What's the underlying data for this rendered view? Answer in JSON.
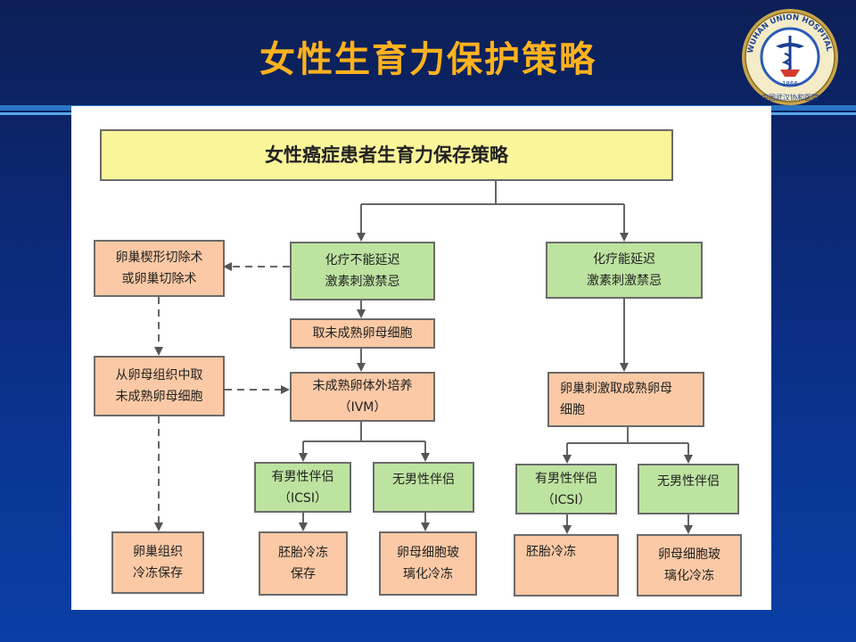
{
  "slide": {
    "title": "女性生育力保护策略",
    "logo": {
      "ring_text": "WUHAN UNION HOSPITAL OF CHINA",
      "bottom_text": "中国武汉协和医院",
      "year": "1866",
      "icon": "caduceus-icon"
    }
  },
  "colors": {
    "title": "#ffb21e",
    "header_box": "#fbf59a",
    "green_box": "#bde3a0",
    "orange_box": "#fbc9a5"
  },
  "diagram": {
    "title_box": "女性癌症患者生育力保存策略",
    "chemo_no_delay": [
      "化疗不能延迟",
      "激素刺激禁忌"
    ],
    "chemo_can_delay": [
      "化疗能延迟",
      "激素刺激禁忌"
    ],
    "oophorectomy": [
      "卵巢楔形切除术",
      "或卵巢切除术"
    ],
    "retrieve_immature": [
      "取未成熟卵母细胞"
    ],
    "from_tissue": [
      "从卵母组织中取",
      "未成熟卵母细胞"
    ],
    "ivm": [
      "未成熟卵体外培养",
      "（IVM）"
    ],
    "ovarian_stim": [
      "卵巢刺激取成熟卵母",
      "细胞"
    ],
    "partner_left": [
      "有男性伴侣",
      "（ICSI）"
    ],
    "no_partner_left": [
      "无男性伴侣"
    ],
    "partner_right": [
      "有男性伴侣",
      "（ICSI）"
    ],
    "no_partner_right": [
      "无男性伴侣"
    ],
    "tissue_freeze": [
      "卵巢组织",
      "冷冻保存"
    ],
    "embryo_freeze_left": [
      "胚胎冷冻",
      "保存"
    ],
    "oocyte_vitri_left": [
      "卵母细胞玻",
      "璃化冷冻"
    ],
    "embryo_freeze_right": [
      "胚胎冷冻"
    ],
    "oocyte_vitri_right": [
      "卵母细胞玻",
      "璃化冷冻"
    ]
  }
}
